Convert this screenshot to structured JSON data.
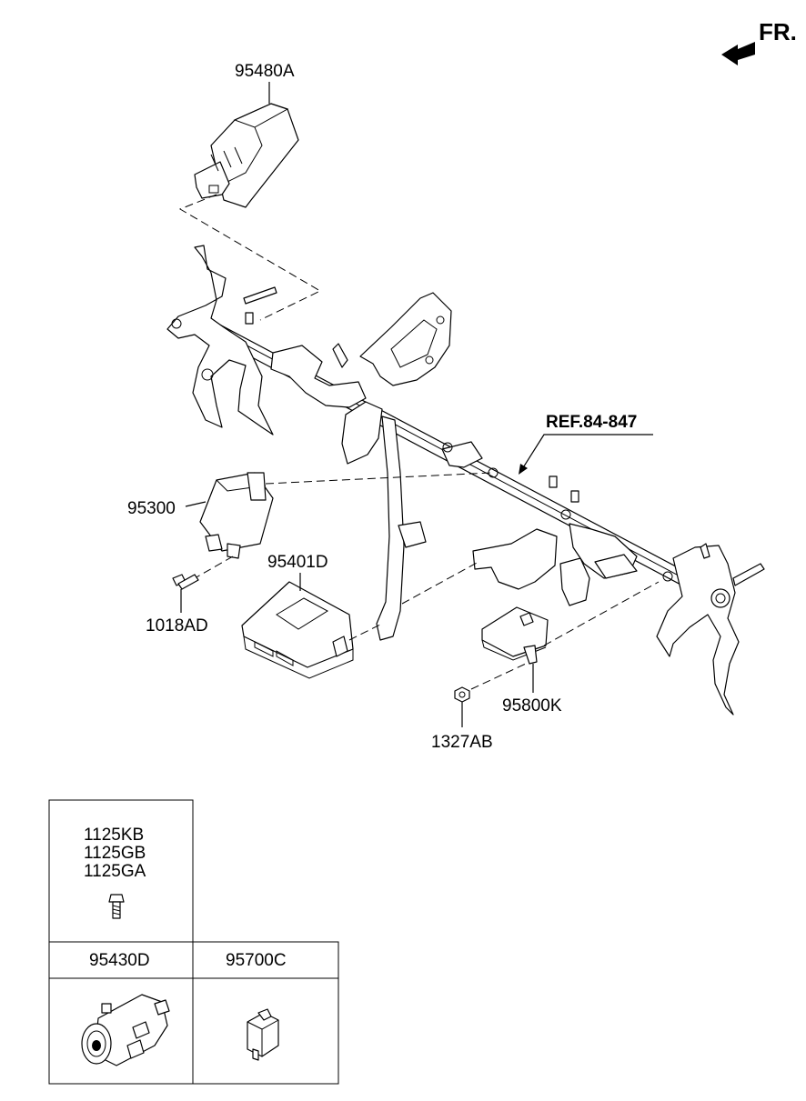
{
  "direction_label": "FR.",
  "reference_label": "REF.84-847",
  "callouts": {
    "module_95480A": "95480A",
    "module_95300": "95300",
    "bolt_1018AD": "1018AD",
    "module_95401D": "95401D",
    "module_95800K": "95800K",
    "nut_1327AB": "1327AB"
  },
  "legend": {
    "bolt_codes": [
      "1125KB",
      "1125GB",
      "1125GA"
    ],
    "ignition_part": "95430D",
    "relay_part": "95700C"
  }
}
